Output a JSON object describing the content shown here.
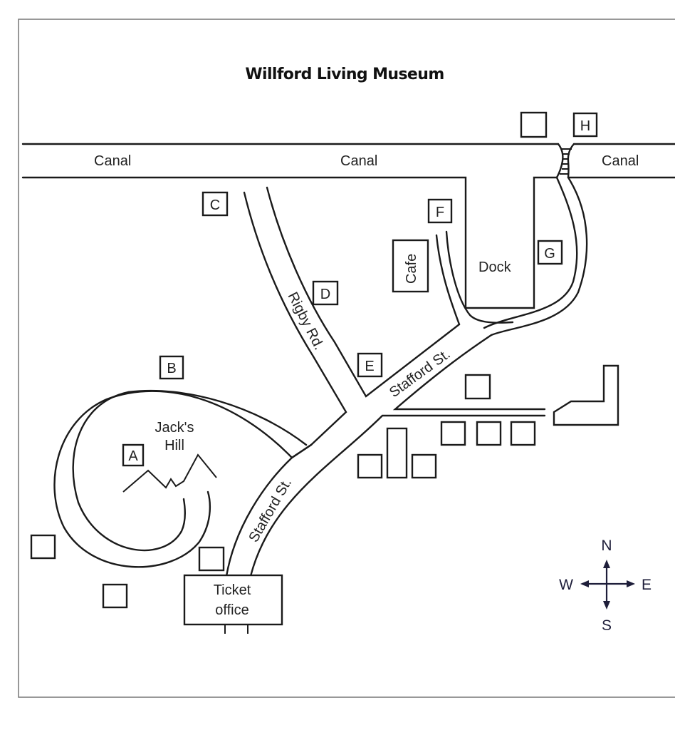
{
  "title": "Willford Living Museum",
  "canal": {
    "labels": [
      "Canal",
      "Canal",
      "Canal"
    ]
  },
  "roads": {
    "rigby": "Rigby Rd.",
    "stafford_upper": "Stafford St.",
    "stafford_lower": "Stafford St."
  },
  "places": {
    "cafe": "Cafe",
    "dock": "Dock",
    "hill_line1": "Jack's",
    "hill_line2": "Hill",
    "ticket_line1": "Ticket",
    "ticket_line2": "office"
  },
  "markers": [
    {
      "id": "A",
      "label": "A"
    },
    {
      "id": "B",
      "label": "B"
    },
    {
      "id": "C",
      "label": "C"
    },
    {
      "id": "D",
      "label": "D"
    },
    {
      "id": "E",
      "label": "E"
    },
    {
      "id": "F",
      "label": "F"
    },
    {
      "id": "G",
      "label": "G"
    },
    {
      "id": "H",
      "label": "H"
    }
  ],
  "compass": {
    "north": "N",
    "south": "S",
    "east": "E",
    "west": "W"
  }
}
